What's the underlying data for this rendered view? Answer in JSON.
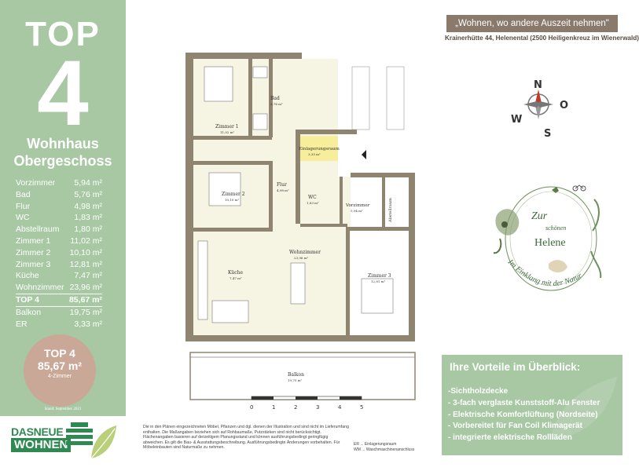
{
  "sidebar": {
    "top_word": "TOP",
    "top_number": "4",
    "building_line1": "Wohnhaus",
    "building_line2": "Obergeschoss",
    "areas": [
      {
        "label": "Vorzimmer",
        "value": "5,94 m²"
      },
      {
        "label": "Bad",
        "value": "5,76 m²"
      },
      {
        "label": "Flur",
        "value": "4,98 m²"
      },
      {
        "label": "WC",
        "value": "1,83 m²"
      },
      {
        "label": "Abstellraum",
        "value": "1,80 m²"
      },
      {
        "label": "Zimmer 1",
        "value": "11,02 m²"
      },
      {
        "label": "Zimmer 2",
        "value": "10,10 m²"
      },
      {
        "label": "Zimmer 3",
        "value": "12,81 m²"
      },
      {
        "label": "Küche",
        "value": "7,47 m²"
      },
      {
        "label": "Wohnzimmer",
        "value": "23,96 m²"
      }
    ],
    "total": {
      "label": "TOP 4",
      "value": "85,67 m²"
    },
    "extras": [
      {
        "label": "Balkon",
        "value": "19,75 m²"
      },
      {
        "label": "ER",
        "value": "3,33 m²"
      }
    ],
    "badge": {
      "line1": "TOP 4",
      "line2": "85,67 m²",
      "line3": "4-Zimmer"
    },
    "stand": "Stand: September 2021"
  },
  "logo": {
    "line1": "DASNEUE",
    "line2": "WOHNEN"
  },
  "header": {
    "slogan": "„Wohnen, wo andere Auszeit nehmen\"",
    "address": "Krainerhütte 44, Helenental (2500 Heiligenkreuz im Wienerwald)"
  },
  "compass": {
    "n": "N",
    "o": "O",
    "s": "S",
    "w": "W"
  },
  "emblem": {
    "zur": "Zur",
    "schoen": "schönen",
    "helene": "Helene",
    "arc_text": "Im Einklang mit der Natur"
  },
  "plan": {
    "rooms": {
      "bad": {
        "name": "Bad",
        "area": "5,76 m²"
      },
      "zimmer1": {
        "name": "Zimmer 1",
        "area": "11,02 m²"
      },
      "einlagerung": {
        "name": "Einlagerungsraum",
        "area": "3,33 m²"
      },
      "zimmer2": {
        "name": "Zimmer 2",
        "area": "10,10 m²"
      },
      "flur": {
        "name": "Flur",
        "area": "4,98 m²"
      },
      "wc": {
        "name": "WC",
        "area": "1,83 m²"
      },
      "vorzimmer": {
        "name": "Vorzimmer",
        "area": "5,94 m²"
      },
      "abstellraum": {
        "name": "Abstellraum"
      },
      "wohnzimmer": {
        "name": "Wohnzimmer",
        "area": "23,96 m²"
      },
      "kueche": {
        "name": "Küche",
        "area": "7,47 m²"
      },
      "zimmer3": {
        "name": "Zimmer 3",
        "area": "12,81 m²"
      },
      "balkon": {
        "name": "Balkon",
        "area": "19,75 m²"
      }
    },
    "scale": [
      "0",
      "1",
      "2",
      "3",
      "4",
      "5"
    ]
  },
  "advantages": {
    "title": "Ihre Vorteile im Überblick:",
    "items": [
      "-Sichtholzdecke",
      "- 3-fach verglaste Kunststoff-Alu Fenster",
      "- Elektrische Komfortlüftung (Nordseite)",
      "- Vorbereitet für Fan Coil Klimagerät",
      "- integrierte elektrische Rollläden"
    ]
  },
  "footnote": "Die in den Plänen eingezeichneten Möbel, Pflanzen und dgl. dienen der Illustration und sind nicht im Lieferumfang enthalten. Die Maßangaben beziehen sich auf Rohbaumaße, Putzstärken sind nicht berücksichtigt. Flächenangaben basieren auf derzeitigem Planungsstand und können ausführungsbedingt geringfügig abweichen. Es gilt die Bau- & Ausstattungsbeschreibung. Ausführungsbedingte Änderungen vorbehalten. Für Möbeleinbauten sind Naturmaße zu nehmen.",
  "legend": {
    "line1": "ER ... Einlagerungsraum",
    "line2": "WM ... Waschmaschinenanschluss"
  },
  "colors": {
    "sage": "#a8c8a4",
    "wall": "#8f8470",
    "floor_yellow": "#f2f0d8",
    "accent_yellow": "#f6ee9a",
    "brand_green": "#2f8a52",
    "slogan_bg": "#8a7a6c"
  }
}
